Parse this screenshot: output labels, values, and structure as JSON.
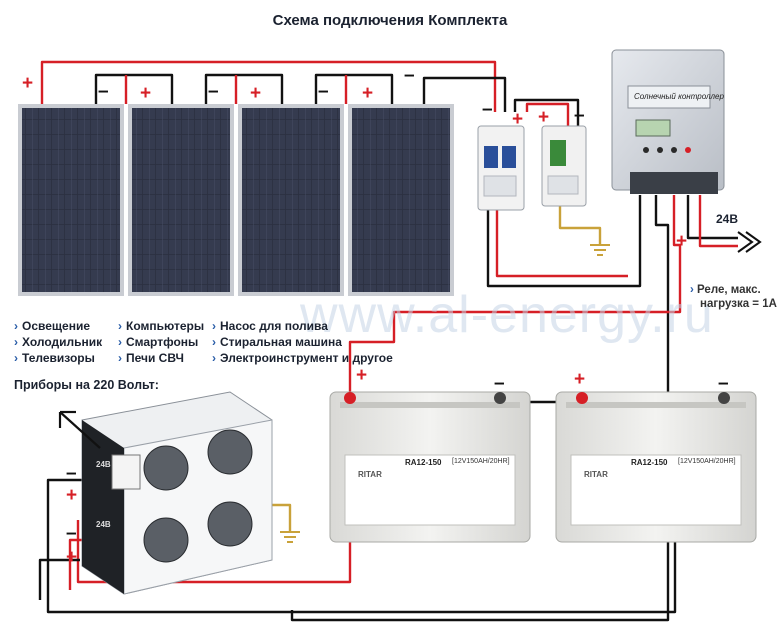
{
  "title": "Схема подключения Комплекта",
  "watermark": "www.al-energy.ru",
  "appliances": {
    "col1": [
      "Освещение",
      "Холодильник",
      "Телевизоры"
    ],
    "col2": [
      "Компьютеры",
      "Смартфоны",
      "Печи СВЧ"
    ],
    "col3": [
      "Насос для полива",
      "Стиральная машина",
      "Электроинструмент и другое"
    ]
  },
  "inverter_label": "Приборы на 220 Вольт:",
  "inverter_port_label": "24В",
  "output_voltage": "24В",
  "relay_note": {
    "line1": "Реле, макс.",
    "line2": "нагрузка = 1А"
  },
  "controller_label": "Солнечный контроллер",
  "battery_model": "RA12-150",
  "battery_brand": "RITAR",
  "battery_spec": "[12V150AH/20HR]",
  "signs": {
    "plus": "+",
    "minus": "–"
  },
  "colors": {
    "positive_wire": "#d61f26",
    "negative_wire": "#111111",
    "panel_cell": "#2b3040",
    "panel_frame": "#c9ccd2",
    "battery_body": "#e9e9e6",
    "inverter_body": "#eef0f2"
  }
}
